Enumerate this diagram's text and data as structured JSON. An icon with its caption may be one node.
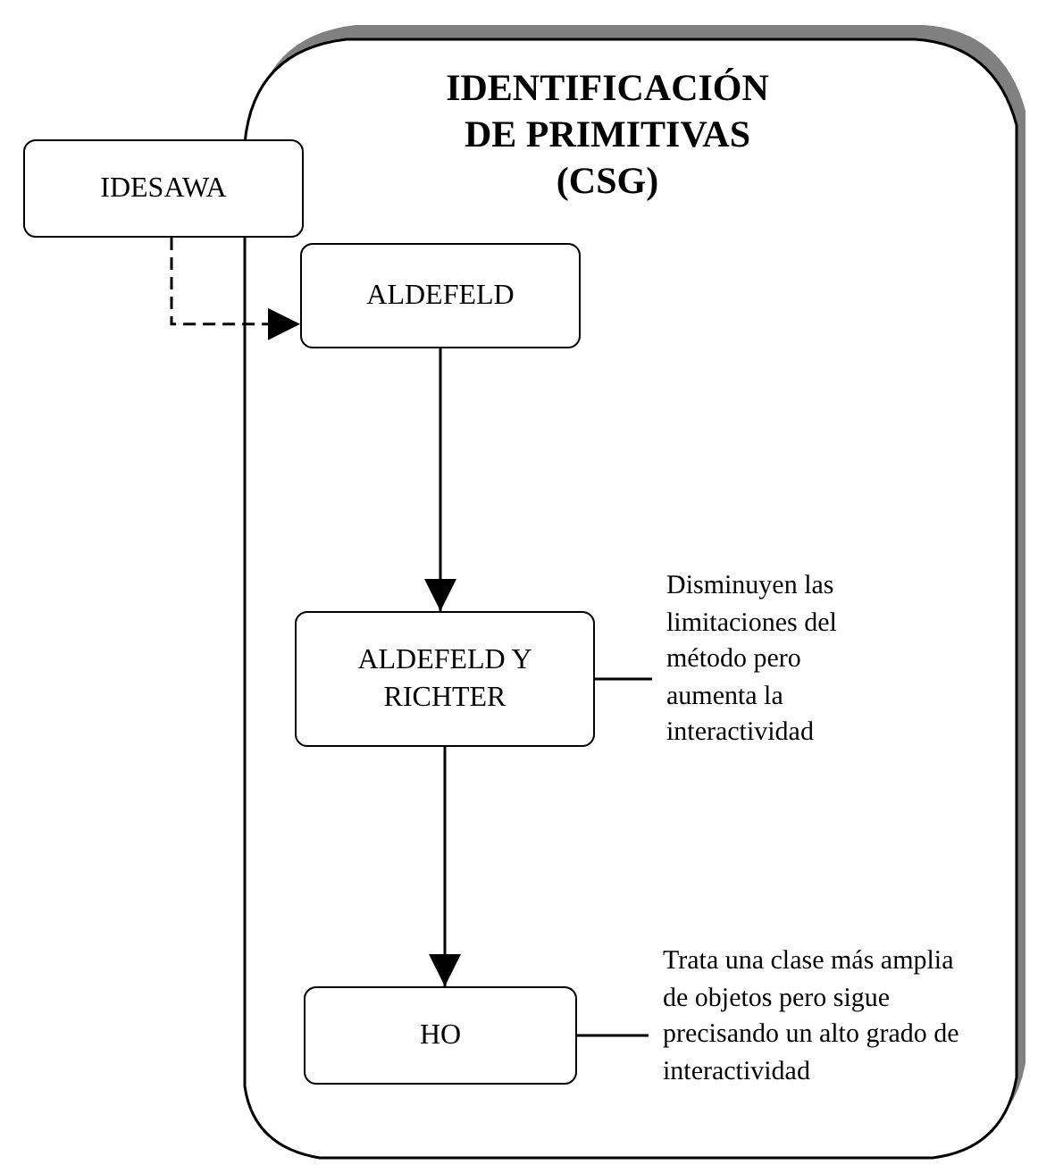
{
  "diagram": {
    "nodes": [
      {
        "text": [
          "IDENTIFICACIÓN DE PRIMITIVAS (CSG)"
        ]
      },
      {
        "text": [
          "IDESAWA"
        ]
      },
      {
        "text": [
          "ALDEFELD"
        ],
        "in": 0
      },
      {
        "text": [
          "ALDEFELD Y RICHTER"
        ],
        "in": 0
      },
      {
        "text": [
          "Disminuyen las limitaciones del método pero aumenta la interactividad"
        ],
        "in": 0
      },
      {
        "text": [
          "HO"
        ],
        "in": 0
      },
      {
        "text": [
          "Trata una clase más amplia de objetos pero sigue precisando un alto grado de interactividad"
        ],
        "in": 0
      }
    ],
    "edges": [
      {
        "from": 1,
        "to": 2,
        "arrow": "to",
        "style": "dashed"
      },
      {
        "from": 2,
        "to": 3,
        "arrow": "to"
      },
      {
        "from": 3,
        "to": 4,
        "arrow": "none"
      },
      {
        "from": 3,
        "to": 5,
        "arrow": "to"
      },
      {
        "from": 5,
        "to": 6,
        "arrow": "none"
      }
    ]
  }
}
